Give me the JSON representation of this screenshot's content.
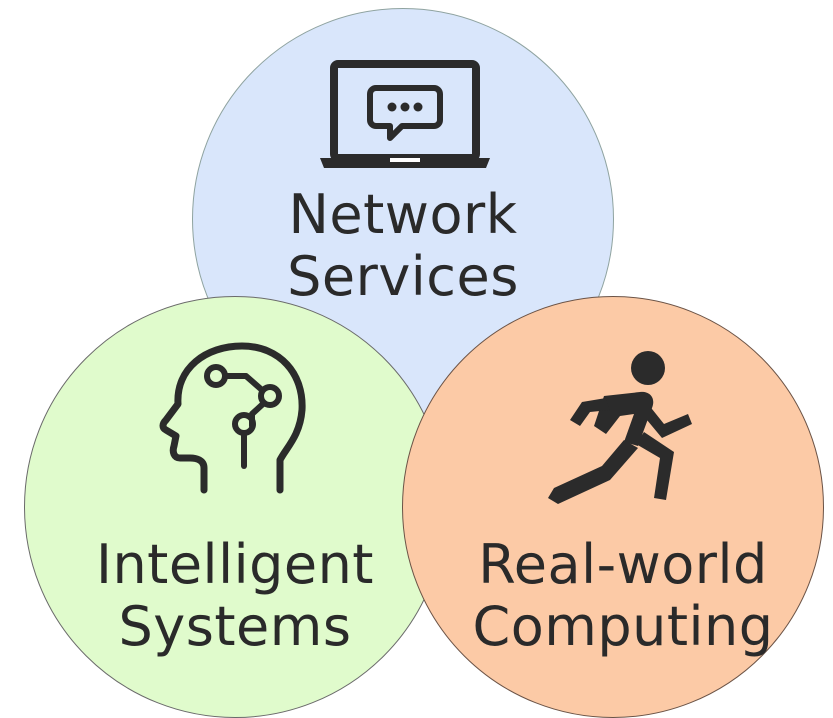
{
  "diagram": {
    "type": "venn",
    "circles": [
      {
        "id": "network",
        "line1": "Network",
        "line2": "Services",
        "icon": "laptop-chat-icon",
        "fill": "#d9e6fb"
      },
      {
        "id": "intelligent",
        "line1": "Intelligent",
        "line2": "Systems",
        "icon": "brain-head-icon",
        "fill": "#e0fbcc"
      },
      {
        "id": "realworld",
        "line1": "Real-world",
        "line2": "Computing",
        "icon": "running-person-icon",
        "fill": "#fccaa6"
      }
    ],
    "text_color": "#2a2a2a",
    "icon_color": "#2b2b2b"
  }
}
